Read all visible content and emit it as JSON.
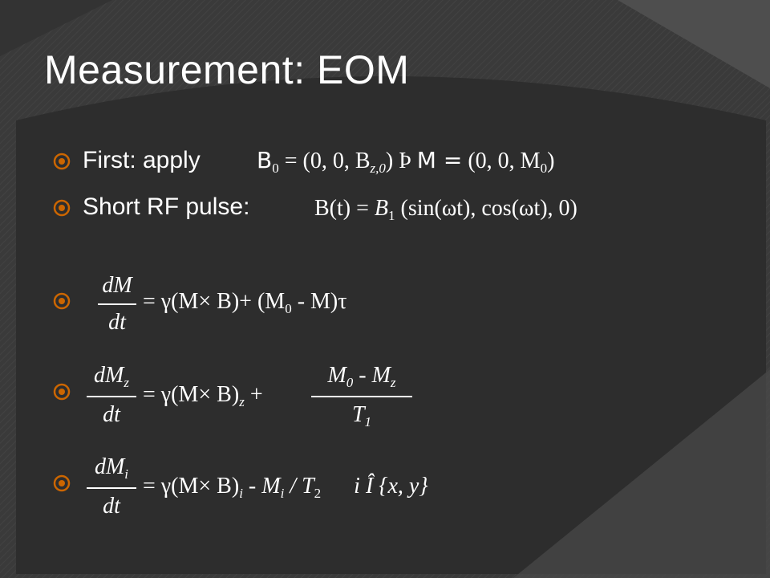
{
  "slide": {
    "title": "Measurement: EOM",
    "accent_color": "#cc6600",
    "bullets": [
      {
        "label": "First: apply"
      },
      {
        "label": "Short RF pulse:"
      }
    ]
  },
  "equations": {
    "eq1_lhs": "B",
    "eq1_lhs_sub": "0",
    "eq1_rhs_a": "= (0, 0, B",
    "eq1_rhs_a_sub": "z,0",
    "eq1_rhs_b": ")",
    "eq1_arrow": "Þ",
    "eq1_m": "M =",
    "eq1_rhs_c": "(0, 0, M",
    "eq1_rhs_c_sub": "0",
    "eq1_rhs_d": ")",
    "eq2_lhs": "B(t) =",
    "eq2_b": "B",
    "eq2_b_sub": "1",
    "eq2_rhs": "(sin(ωt), cos(ωt), 0)",
    "eq3_num": "dM",
    "eq3_den": "dt",
    "eq3_rhs": "= γ(M× B)+ (M",
    "eq3_rhs_sub": "0",
    "eq3_rhs_tail": " - M)τ",
    "eq4_num": "dM",
    "eq4_num_sub": "z",
    "eq4_den": "dt",
    "eq4_rhs": "= γ(M× B)",
    "eq4_rhs_sub": "z",
    "eq4_plus": "+",
    "eq4_frac_num": "M",
    "eq4_frac_num_sub": "0",
    "eq4_frac_num_tail": " - M",
    "eq4_frac_num_tail_sub": "z",
    "eq4_frac_den": "T",
    "eq4_frac_den_sub": "1",
    "eq5_num": "dM",
    "eq5_num_sub": "i",
    "eq5_den": "dt",
    "eq5_rhs": "= γ(M× B)",
    "eq5_rhs_sub": "i",
    "eq5_mid": " - M",
    "eq5_mid_sub": "i",
    "eq5_t": " / T",
    "eq5_t_sub": "2",
    "eq5_cond": "i Î {x, y}"
  }
}
